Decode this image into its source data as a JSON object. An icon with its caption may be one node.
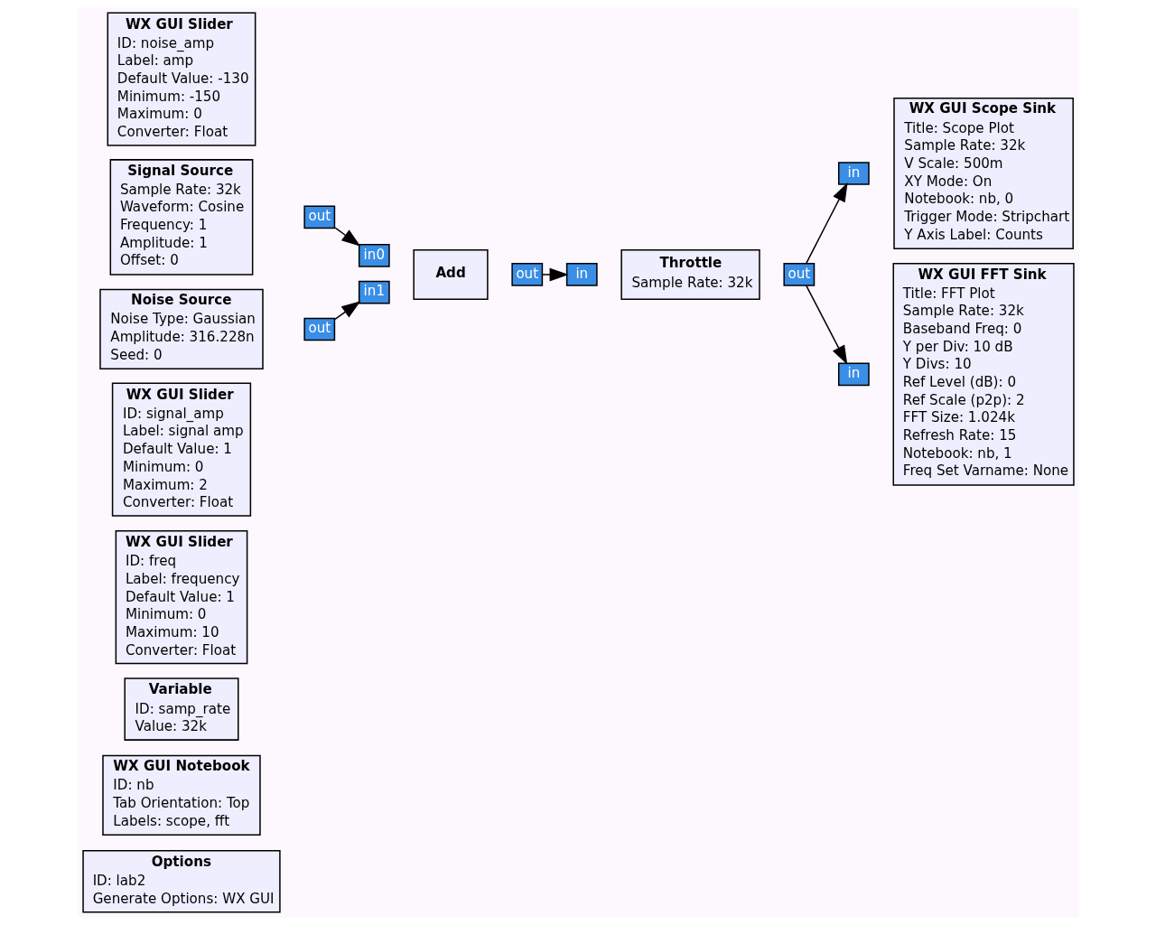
{
  "diagram": {
    "nodes": [
      {
        "text": [
          "Options",
          "ID: lab2",
          "Generate Options: WX GUI"
        ]
      },
      {
        "text": [
          "WX GUI Notebook",
          "ID: nb",
          "Tab Orientation: Top",
          "Labels: scope, fft"
        ]
      },
      {
        "text": [
          "Variable",
          "ID: samp_rate",
          "Value: 32k"
        ]
      },
      {
        "text": [
          "WX GUI Slider",
          "ID: freq",
          "Label: frequency",
          "Default Value: 1",
          "Minimum: 0",
          "Maximum: 10",
          "Converter: Float"
        ]
      },
      {
        "text": [
          "WX GUI Slider",
          "ID: signal_amp",
          "Label: signal amp",
          "Default Value: 1",
          "Minimum: 0",
          "Maximum: 2",
          "Converter: Float"
        ]
      },
      {
        "text": [
          "Signal Source",
          "Sample Rate: 32k",
          "Waveform: Cosine",
          "Frequency: 1",
          "Amplitude: 1",
          "Offset: 0"
        ]
      },
      {
        "text": [
          "out"
        ]
      },
      {
        "text": [
          "Noise Source",
          "Noise Type: Gaussian",
          "Amplitude: 316.228n",
          "Seed: 0"
        ]
      },
      {
        "text": [
          "out"
        ]
      },
      {
        "text": [
          "WX GUI Slider",
          "ID: noise_amp",
          "Label: amp",
          "Default Value: -130",
          "Minimum: -150",
          "Maximum: 0",
          "Converter: Float"
        ]
      },
      {
        "text": [
          "in0"
        ]
      },
      {
        "text": [
          "in1"
        ]
      },
      {
        "text": [
          "Add"
        ]
      },
      {
        "text": [
          "out"
        ]
      },
      {
        "text": [
          "in"
        ]
      },
      {
        "text": [
          "Throttle",
          "Sample Rate: 32k"
        ]
      },
      {
        "text": [
          "out"
        ]
      },
      {
        "text": [
          "in"
        ]
      },
      {
        "text": [
          "WX GUI Scope Sink",
          "Title: Scope Plot",
          "Sample Rate: 32k",
          "V Scale: 500m",
          "XY Mode: On",
          "Notebook: nb, 0",
          "Trigger Mode: Stripchart",
          "Y Axis Label: Counts"
        ]
      },
      {
        "text": [
          "in"
        ]
      },
      {
        "text": [
          "WX GUI FFT Sink",
          "Title: FFT Plot",
          "Sample Rate: 32k",
          "Baseband Freq: 0",
          "Y per Div: 10 dB",
          "Y Divs: 10",
          "Ref Level (dB): 0",
          "Ref Scale (p2p): 2",
          "FFT Size: 1.024k",
          "Refresh Rate: 15",
          "Notebook: nb, 1",
          "Freq Set Varname: None"
        ]
      }
    ],
    "edges": [
      {
        "from": 6,
        "to": 10,
        "arrow": "to"
      },
      {
        "from": 8,
        "to": 11,
        "arrow": "to"
      },
      {
        "from": 13,
        "to": 14,
        "arrow": "to"
      },
      {
        "from": 16,
        "to": 17,
        "arrow": "to"
      },
      {
        "from": 16,
        "to": 19,
        "arrow": "to"
      }
    ]
  }
}
